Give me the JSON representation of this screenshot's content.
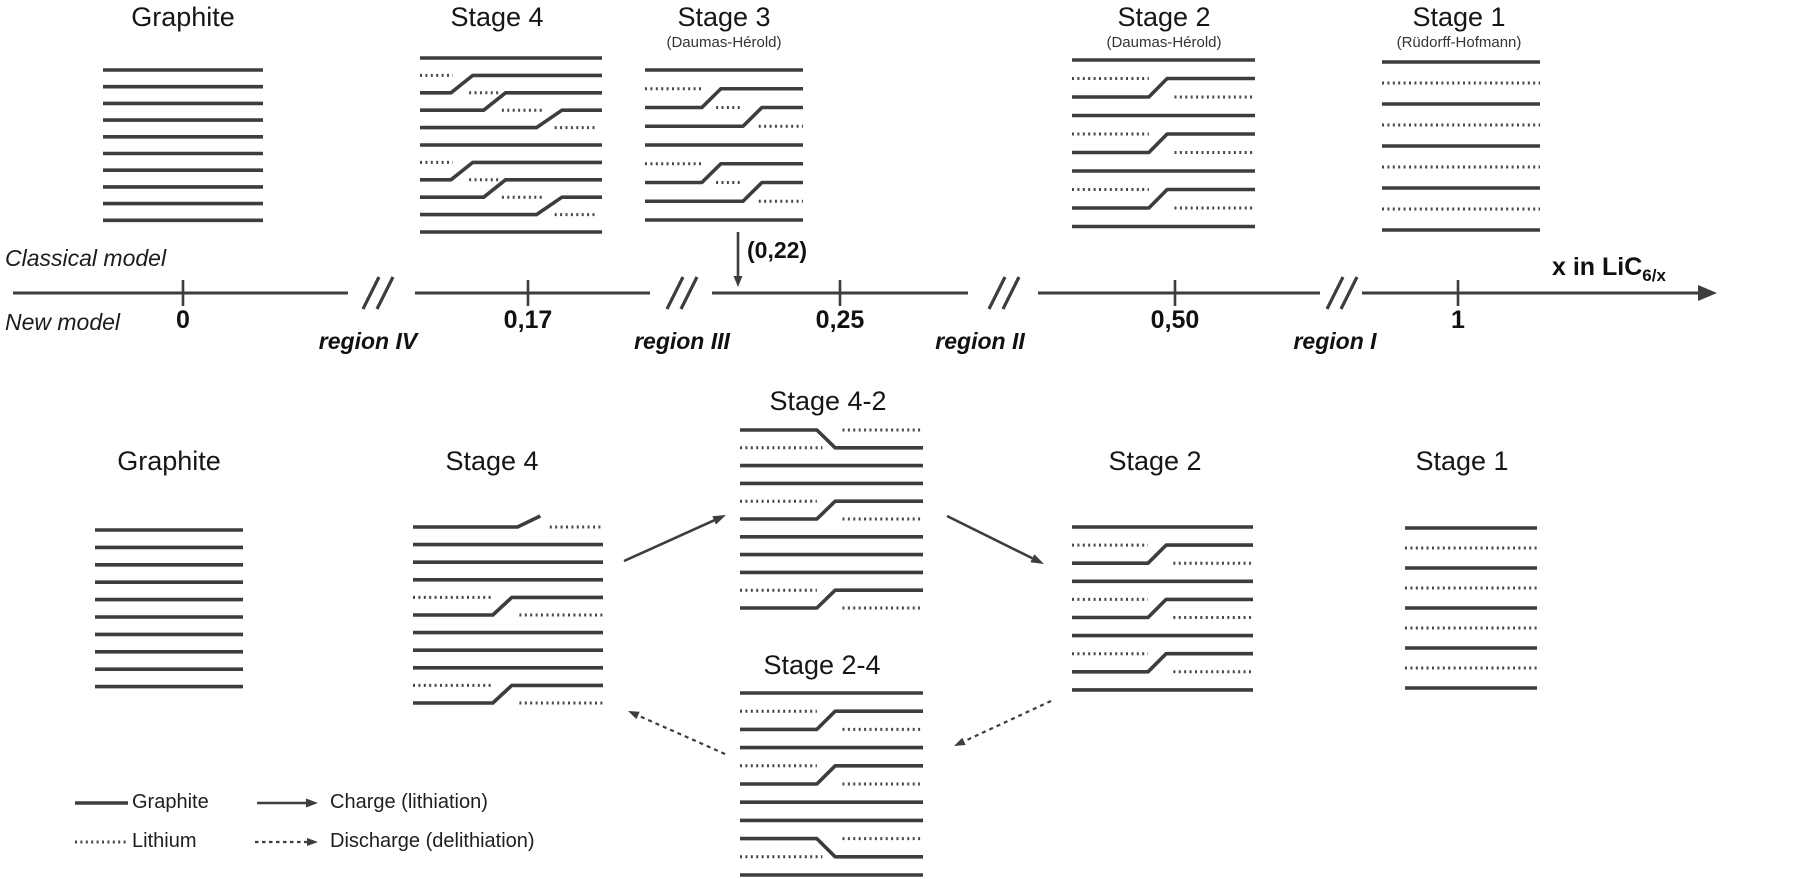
{
  "colors": {
    "line": "#3d3d3d",
    "dotted": "#474747",
    "text": "#121212",
    "background": "#ffffff"
  },
  "top_row": {
    "panels": [
      {
        "title": "Graphite",
        "subtitle": "",
        "pattern": "solid-stack"
      },
      {
        "title": "Stage 4",
        "subtitle": "",
        "pattern": "daumas-herold-cascade-3"
      },
      {
        "title": "Stage 3",
        "subtitle": "(Daumas-Hérold)",
        "pattern": "daumas-herold-cascade-2"
      },
      {
        "title": "Stage 2",
        "subtitle": "(Daumas-Hérold)",
        "pattern": "daumas-herold-step"
      },
      {
        "title": "Stage 1",
        "subtitle": "(Rüdorff-Hofmann)",
        "pattern": "alternating-lithium"
      }
    ]
  },
  "axis": {
    "model_label_top": "Classical model",
    "model_label_bottom": "New model",
    "ticks": [
      "0",
      "0,17",
      "0,25",
      "0,50",
      "1"
    ],
    "regions": [
      "region IV",
      "region III",
      "region II",
      "region I"
    ],
    "annotation": "(0,22)",
    "axis_label_main": "x in LiC",
    "axis_label_sub": "6/x"
  },
  "bottom_row": {
    "panels": [
      {
        "title": "Graphite",
        "pattern": "solid-stack"
      },
      {
        "title": "Stage 4",
        "pattern": "stage4-partial-lithiated"
      },
      {
        "title": "Stage 4-2",
        "pattern": "stage4-2-mixed"
      },
      {
        "title": "Stage 2-4",
        "pattern": "stage2-4-mixed"
      },
      {
        "title": "Stage 2",
        "pattern": "daumas-herold-step"
      },
      {
        "title": "Stage 1",
        "pattern": "alternating-lithium"
      }
    ]
  },
  "legend": {
    "items": [
      {
        "swatch": "solid-line",
        "label": "Graphite"
      },
      {
        "swatch": "dotted-line",
        "label": "Lithium"
      },
      {
        "swatch": "solid-arrow",
        "label": "Charge (lithiation)"
      },
      {
        "swatch": "dashed-arrow",
        "label": "Discharge (delithiation)"
      }
    ]
  }
}
